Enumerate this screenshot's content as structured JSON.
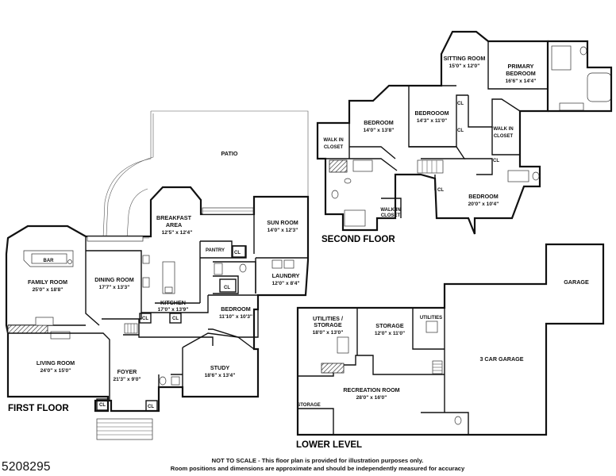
{
  "listing_id": "5208295",
  "disclaimer": {
    "line1": "NOT TO SCALE - This floor plan is provided for illustration purposes only.",
    "line2": "Room positions and dimensions are approximate and should be independently measured for accuracy"
  },
  "floors": {
    "first": "FIRST FLOOR",
    "second": "SECOND FLOOR",
    "lower": "LOWER LEVEL"
  },
  "rooms": {
    "patio": {
      "name": "PATIO"
    },
    "breakfast": {
      "name1": "BREAKFAST",
      "name2": "AREA",
      "dim": "12'5\" x 12'4\""
    },
    "sun_room": {
      "name": "SUN ROOM",
      "dim": "14'0\" x 12'3\""
    },
    "pantry": {
      "name": "PANTRY"
    },
    "bar": {
      "name": "BAR"
    },
    "family_room": {
      "name": "FAMILY ROOM",
      "dim": "25'0\" x 18'8\""
    },
    "dining_room": {
      "name": "DINING ROOM",
      "dim": "17'7\" x 13'3\""
    },
    "kitchen": {
      "name": "KITCHEN",
      "dim": "17'0\" x 13'9\""
    },
    "laundry": {
      "name": "LAUNDRY",
      "dim": "12'0\" x 8'4\""
    },
    "bedroom_first": {
      "name": "BEDROOM",
      "dim": "11'10\" x 10'3\""
    },
    "living_room": {
      "name": "LIVING ROOM",
      "dim": "24'0\" x 15'0\""
    },
    "foyer": {
      "name": "FOYER",
      "dim": "21'3\" x 9'0\""
    },
    "study": {
      "name": "STUDY",
      "dim": "18'6\" x 13'4\""
    },
    "sitting_room": {
      "name": "SITTING ROOM",
      "dim": "15'0\" x 12'0\""
    },
    "primary_bedroom": {
      "name1": "PRIMARY",
      "name2": "BEDROOM",
      "dim": "16'6\" x 14'4\""
    },
    "bedroom_2a": {
      "name": "BEDROOM",
      "dim": "14'0\" x 13'8\""
    },
    "bedroom_2b": {
      "name": "BEDROOOM",
      "dim": "14'3\" x 11'0\""
    },
    "walk_in_closet_a": {
      "name1": "WALK IN",
      "name2": "CLOSET"
    },
    "walk_in_closet_b": {
      "name1": "WALK IN",
      "name2": "CLOSET"
    },
    "walk_in_closet_c": {
      "name1": "WALK IN",
      "name2": "CLOSET"
    },
    "bedroom_2c": {
      "name": "BEDROOM",
      "dim": "20'0\" x 10'4\""
    },
    "garage": {
      "name": "GARAGE"
    },
    "utilities_storage": {
      "name1": "UTILITIES /",
      "name2": "STORAGE",
      "dim": "18'0\" x 13'0\""
    },
    "storage_lower": {
      "name": "STORAGE",
      "dim": "12'0\" x 11'0\""
    },
    "utilities": {
      "name": "UTILITIES"
    },
    "three_car_garage": {
      "name": "3 CAR GARAGE"
    },
    "recreation_room": {
      "name": "RECREATION ROOM",
      "dim": "28'0\" x 16'0\""
    },
    "storage_small": {
      "name": "STORAGE"
    }
  },
  "closet_label": "CL",
  "icons": [
    "bar-counter-icon",
    "stair-icon",
    "toilet-icon",
    "sink-icon",
    "tub-icon",
    "shower-icon",
    "range-icon",
    "fireplace-icon"
  ]
}
